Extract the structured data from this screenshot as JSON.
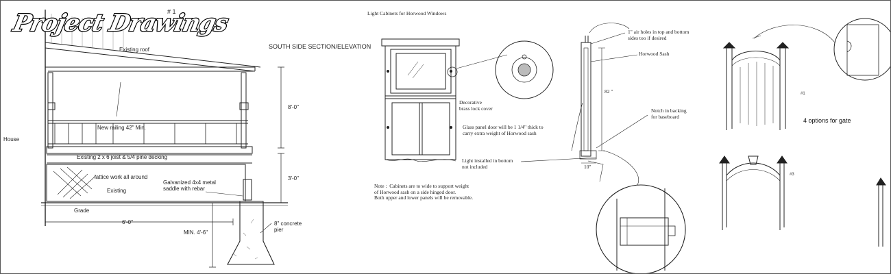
{
  "banner": {
    "title": "Project Drawings"
  },
  "porch": {
    "sheet_number": "# 1",
    "section_title": "SOUTH SIDE SECTION/ELEVATION",
    "existing_roof": "Existing roof",
    "house": "House",
    "new_railing": "New railing 42\" Min.",
    "joist": "Existing 2 x 6 joist & 5/4 pine decking",
    "lattice": "lattice work all around",
    "existing": "Existing",
    "galvanized": "Galvanized 4x4 metal\nsaddle with rebar",
    "grade": "Grade",
    "dim_width": "6'-0\"",
    "dim_8": "8'-0\"",
    "dim_3": "3'-0\"",
    "dim_min": "MIN. 4'-6\"",
    "concrete": "8\" concrete\npier"
  },
  "cabinets": {
    "title": "Light Cabinets for Horwood Windows",
    "decorative": "Decorative\nbrass lock cover",
    "glass_panel": "Glass panel door will be 1 1/4\" thick to\ncarry extra weight of Horwood sash",
    "light_installed": "Light installed in bottom\nnot included",
    "note": "Note :  Cabinets are to wide to support weight\nof Horwood sash on a side hinged door.\nBoth upper and lower panels will be removable.",
    "air_holes": "1\" air holes in top and bottom\nsides too if desired",
    "horwood_sash": "Horwood Sash",
    "notch": "Notch in backing\nfor baseboard",
    "dim_82": "82 \"",
    "dim_10": "10\""
  },
  "gates": {
    "label": "4 options for gate",
    "opt1": "#1",
    "opt3": "#3"
  }
}
